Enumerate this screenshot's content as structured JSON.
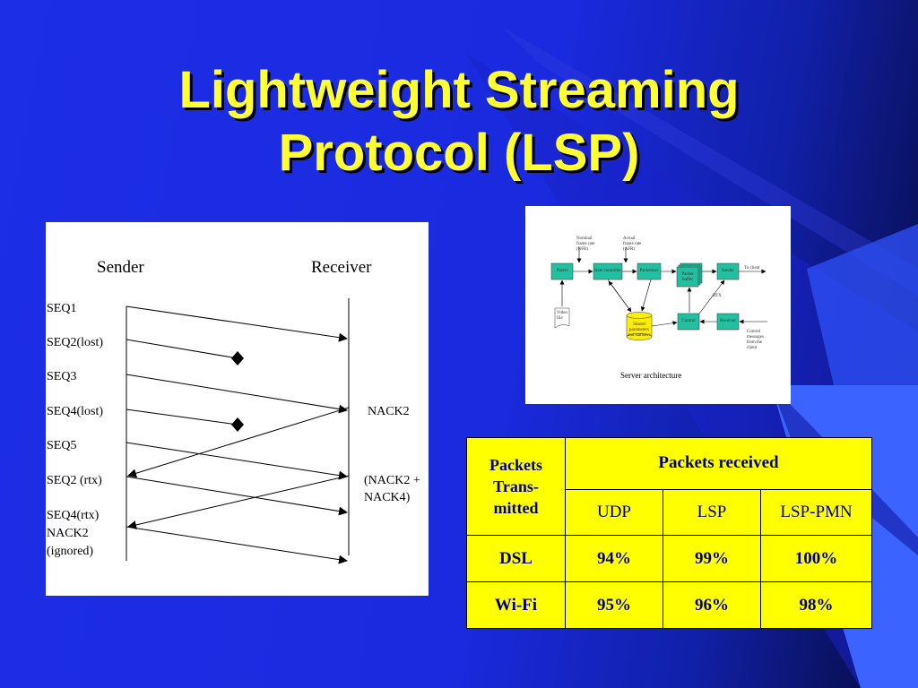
{
  "slide": {
    "title_line1": "Lightweight Streaming",
    "title_line2": "Protocol (LSP)"
  },
  "sequence_diagram": {
    "sender_label": "Sender",
    "receiver_label": "Receiver",
    "sender_labels": [
      "SEQ1",
      "SEQ2(lost)",
      "SEQ3",
      "SEQ4(lost)",
      "SEQ5",
      "SEQ2 (rtx)",
      "SEQ4(rtx)",
      "NACK2",
      "(ignored)"
    ],
    "receiver_labels": [
      "NACK2",
      "(NACK2 +",
      "NACK4)"
    ]
  },
  "architecture_diagram": {
    "caption": "Server architecture",
    "boxes": {
      "parser": "Parser",
      "rate_controller": "Rate controller",
      "packetizer": "Packetizer",
      "packet_buffer": "Packet buffer",
      "sender": "Sender",
      "control": "Control",
      "receiver": "Receiver"
    },
    "notes": {
      "nominal_1": "Nominal",
      "nominal_2": "frame rate",
      "nominal_3": "(NFR)",
      "actual_1": "Actual",
      "actual_2": "frame rate",
      "actual_3": "(AFR)",
      "to_client": "To client",
      "rtx": "RTX",
      "video_1": "Video",
      "video_2": "file",
      "shared_1": "Shared",
      "shared_2": "parameters",
      "shared_3": "and statistics",
      "ctrl_1": "Control",
      "ctrl_2": "messages",
      "ctrl_3": "from the",
      "ctrl_4": "client"
    }
  },
  "results_table": {
    "header_row_label_1": "Packets",
    "header_row_label_2": "Trans-",
    "header_row_label_3": "mitted",
    "group_header": "Packets received",
    "columns": [
      "UDP",
      "LSP",
      "LSP-PMN"
    ],
    "rows": [
      {
        "label": "DSL",
        "values": [
          "94%",
          "99%",
          "100%"
        ]
      },
      {
        "label": "Wi-Fi",
        "values": [
          "95%",
          "96%",
          "98%"
        ]
      }
    ]
  },
  "colors": {
    "background": "#1c2ee6",
    "title": "#ffff33",
    "table_fill": "#ffff00",
    "table_text": "#000080",
    "arch_box": "#20c0a0"
  }
}
